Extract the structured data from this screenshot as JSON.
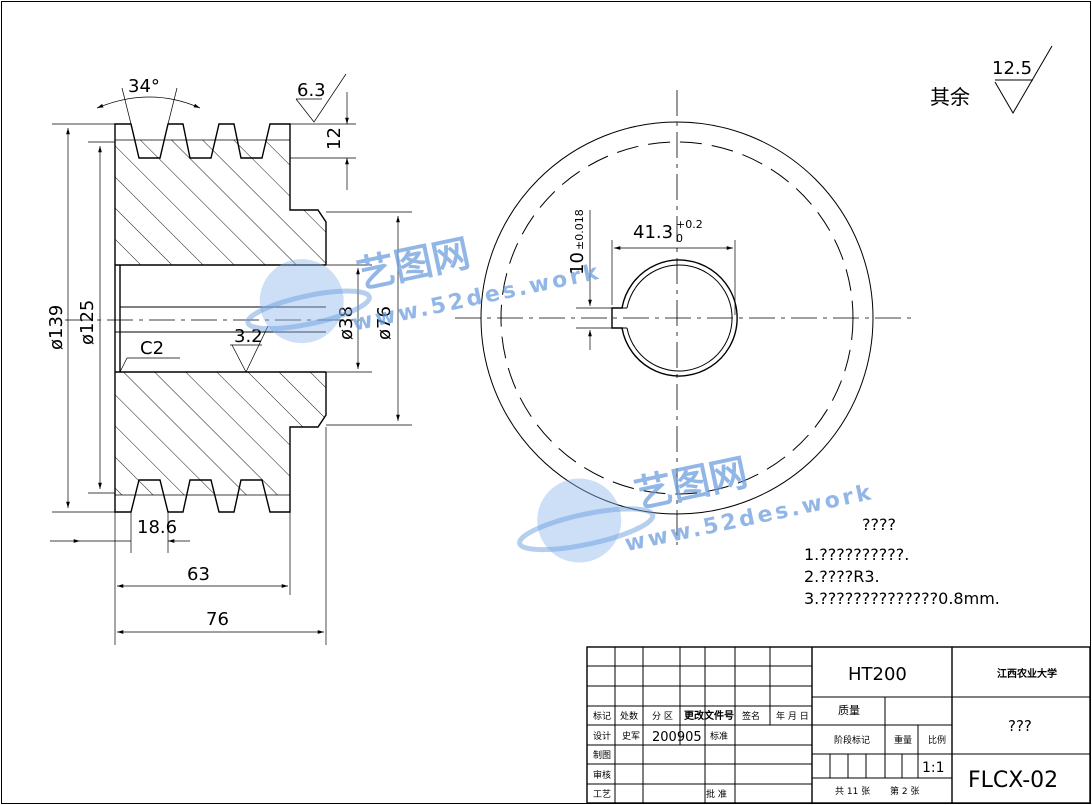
{
  "roughness": {
    "label": "其余",
    "value": "12.5"
  },
  "left_view": {
    "angle": "34°",
    "groove_width": "6.3",
    "groove_depth": "12",
    "d_outer": "ø139",
    "d_pitch": "ø125",
    "d_bore": "ø38",
    "d_hub": "ø76",
    "chamfer": "C2",
    "bore_roughness": "3.2",
    "pitch": "18.6",
    "len_63": "63",
    "len_76": "76"
  },
  "right_view": {
    "key_width": "41.3",
    "key_width_tol_upper": "+0.2",
    "key_width_tol_lower": "0",
    "key_slot": "10",
    "key_slot_tol": "±0.018"
  },
  "notes": {
    "title": "????",
    "items": [
      "1.??????????.",
      "2.????R3.",
      "3.??????????????0.8mm."
    ]
  },
  "watermark": {
    "cn": "艺图网",
    "url": "www.52des.work"
  },
  "title_block": {
    "material": "HT200",
    "school": "江西农业大学",
    "part_name": "???",
    "drawing_no": "FLCX-02",
    "scale": "1:1",
    "date_code": "200905",
    "h_mark": "标记",
    "h_count": "处数",
    "h_zone": "分 区",
    "h_doc": "更改文件号",
    "h_sign": "签名",
    "h_date": "年 月 日",
    "r_design": "设计",
    "r_std": "标准",
    "r_draw": "制图",
    "r_check": "审核",
    "r_process": "工艺",
    "r_approve": "批 准",
    "author": "史军",
    "weight": "质量",
    "stage": "阶段标记",
    "mass": "重量",
    "ratio": "比例",
    "total": "共 11 张",
    "sheet": "第 2 张"
  }
}
